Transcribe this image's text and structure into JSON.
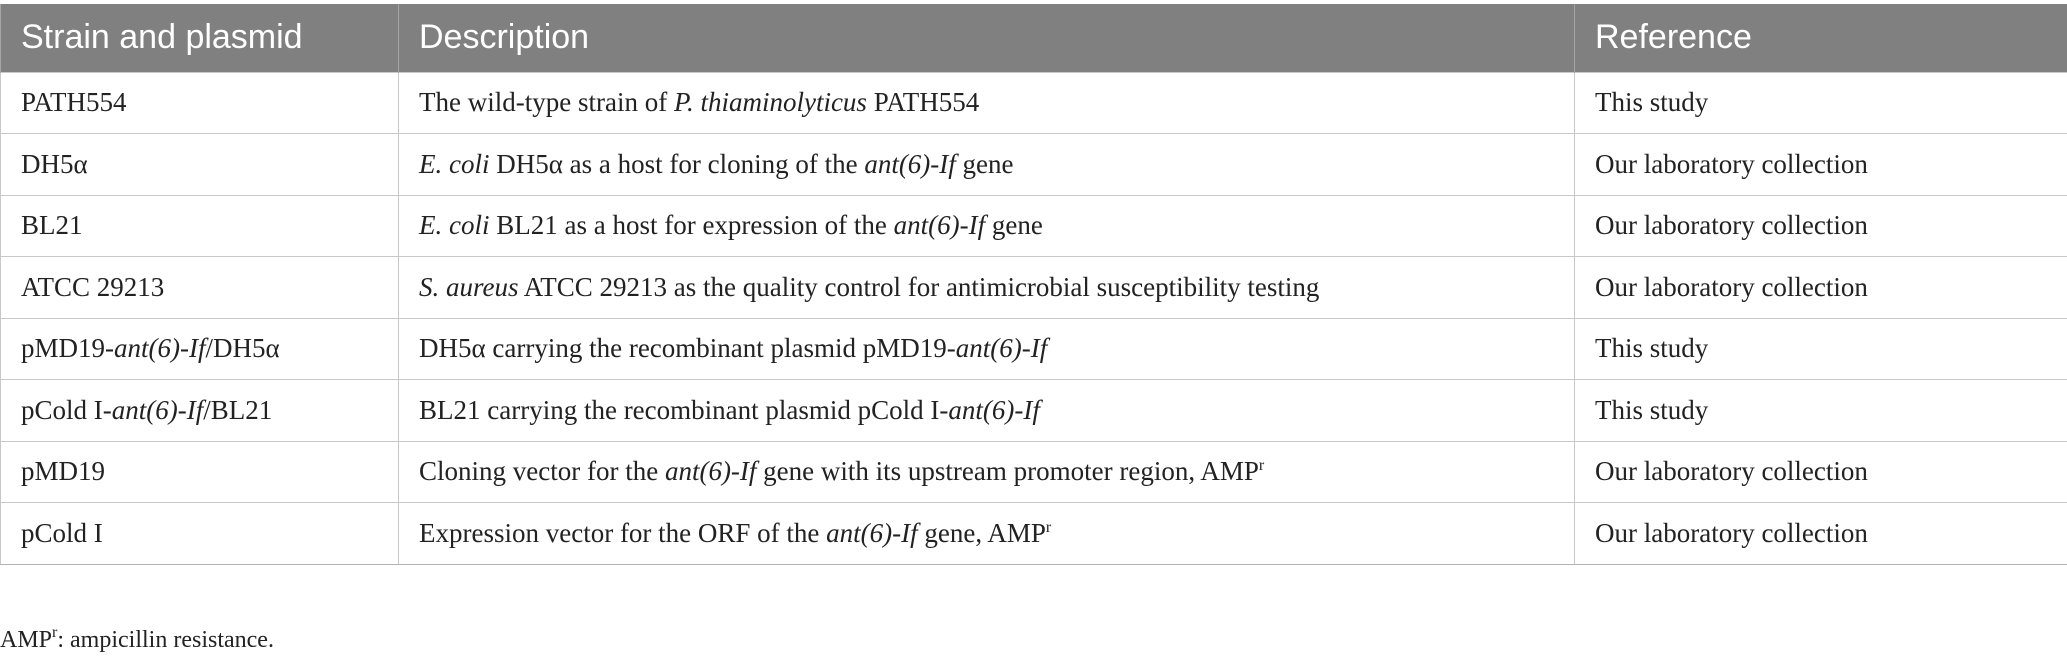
{
  "table": {
    "headers": [
      "Strain and plasmid",
      "Description",
      "Reference"
    ],
    "rows": [
      {
        "strain": [
          {
            "t": "PATH554"
          }
        ],
        "description": [
          {
            "t": "The wild-type strain of "
          },
          {
            "t": "P. thiaminolyticus",
            "i": true
          },
          {
            "t": " PATH554"
          }
        ],
        "reference": "This study"
      },
      {
        "strain": [
          {
            "t": "DH5α"
          }
        ],
        "description": [
          {
            "t": "E. coli",
            "i": true
          },
          {
            "t": " DH5α as a host for cloning of the "
          },
          {
            "t": "ant(6)-If",
            "i": true
          },
          {
            "t": " gene"
          }
        ],
        "reference": "Our laboratory collection"
      },
      {
        "strain": [
          {
            "t": "BL21"
          }
        ],
        "description": [
          {
            "t": "E. coli",
            "i": true
          },
          {
            "t": " BL21 as a host for expression of the "
          },
          {
            "t": "ant(6)-If",
            "i": true
          },
          {
            "t": " gene"
          }
        ],
        "reference": "Our laboratory collection"
      },
      {
        "strain": [
          {
            "t": "ATCC 29213"
          }
        ],
        "description": [
          {
            "t": "S. aureus",
            "i": true
          },
          {
            "t": " ATCC 29213 as the quality control for antimicrobial susceptibility testing"
          }
        ],
        "reference": "Our laboratory collection"
      },
      {
        "strain": [
          {
            "t": "pMD19-"
          },
          {
            "t": "ant(6)-If",
            "i": true
          },
          {
            "t": "/DH5α"
          }
        ],
        "description": [
          {
            "t": "DH5α carrying the recombinant plasmid pMD19-"
          },
          {
            "t": "ant(6)-If",
            "i": true
          }
        ],
        "reference": "This study"
      },
      {
        "strain": [
          {
            "t": "pCold I-"
          },
          {
            "t": "ant(6)-If",
            "i": true
          },
          {
            "t": "/BL21"
          }
        ],
        "description": [
          {
            "t": "BL21 carrying the recombinant plasmid pCold I-"
          },
          {
            "t": "ant(6)-If",
            "i": true
          }
        ],
        "reference": "This study"
      },
      {
        "strain": [
          {
            "t": "pMD19"
          }
        ],
        "description": [
          {
            "t": "Cloning vector for the "
          },
          {
            "t": "ant(6)-If",
            "i": true
          },
          {
            "t": " gene with its upstream promoter region, AMP"
          },
          {
            "t": "r",
            "sup": true
          }
        ],
        "reference": "Our laboratory collection"
      },
      {
        "strain": [
          {
            "t": "pCold I"
          }
        ],
        "description": [
          {
            "t": "Expression vector for the ORF of the "
          },
          {
            "t": "ant(6)-If",
            "i": true
          },
          {
            "t": " gene, AMP"
          },
          {
            "t": "r",
            "sup": true
          }
        ],
        "reference": "Our laboratory collection"
      }
    ]
  },
  "footnote": [
    {
      "t": "AMP"
    },
    {
      "t": "r",
      "sup": true
    },
    {
      "t": ": ampicillin resistance."
    }
  ]
}
